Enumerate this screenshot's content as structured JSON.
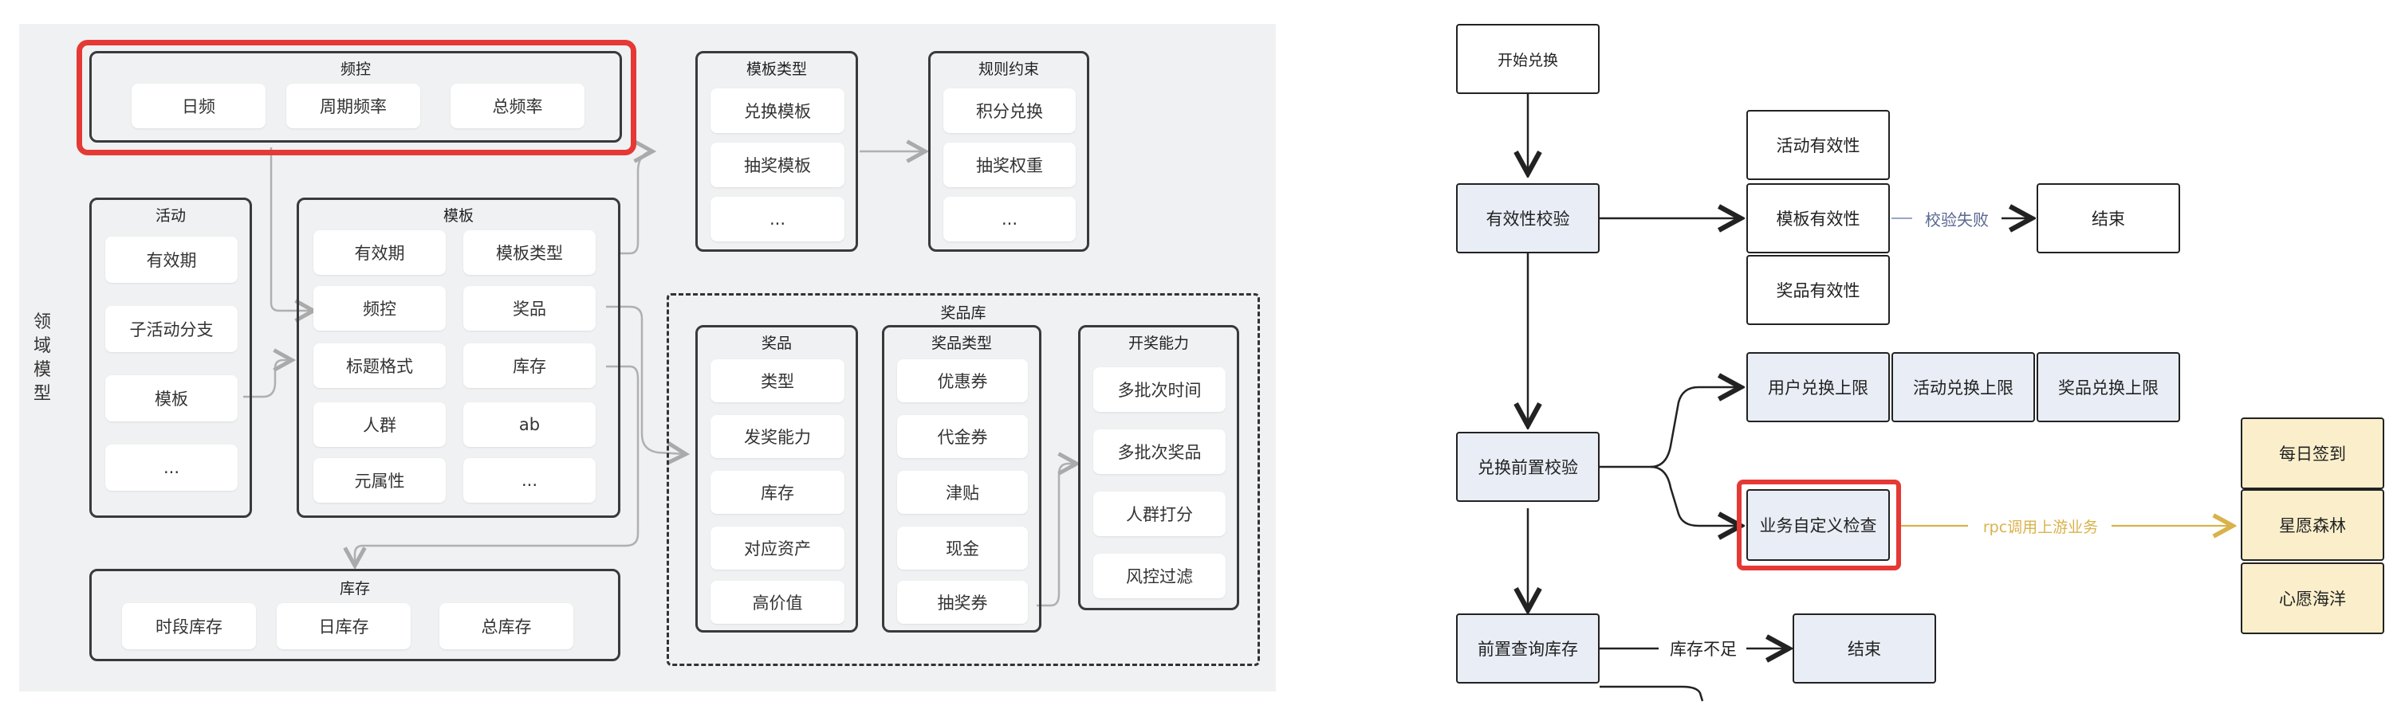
{
  "left": {
    "side_label": [
      "领",
      "域",
      "模",
      "型"
    ],
    "freq": {
      "title": "频控",
      "items": [
        "日频",
        "周期频率",
        "总频率"
      ]
    },
    "activity": {
      "title": "活动",
      "items": [
        "有效期",
        "子活动分支",
        "模板",
        "..."
      ]
    },
    "template": {
      "title": "模板",
      "items": [
        "有效期",
        "模板类型",
        "频控",
        "奖品",
        "标题格式",
        "库存",
        "人群",
        "ab",
        "元属性",
        "..."
      ]
    },
    "inventory": {
      "title": "库存",
      "items": [
        "时段库存",
        "日库存",
        "总库存"
      ]
    },
    "template_type": {
      "title": "模板类型",
      "items": [
        "兑换模板",
        "抽奖模板",
        "..."
      ]
    },
    "rules": {
      "title": "规则约束",
      "items": [
        "积分兑换",
        "抽奖权重",
        "..."
      ]
    },
    "prize_lib": {
      "title": "奖品库",
      "prize": {
        "title": "奖品",
        "items": [
          "类型",
          "发奖能力",
          "库存",
          "对应资产",
          "高价值"
        ]
      },
      "prize_type": {
        "title": "奖品类型",
        "items": [
          "优惠券",
          "代金券",
          "津贴",
          "现金",
          "抽奖券"
        ]
      },
      "ability": {
        "title": "开奖能力",
        "items": [
          "多批次时间",
          "多批次奖品",
          "人群打分",
          "风控过滤"
        ]
      }
    }
  },
  "right": {
    "start": "开始兑换",
    "validity_check": "有效性校验",
    "validity_items": [
      "活动有效性",
      "模板有效性",
      "奖品有效性"
    ],
    "fail_label": "校验失败",
    "end1": "结束",
    "pre_check": "兑换前置校验",
    "limits": [
      "用户兑换上限",
      "活动兑换上限",
      "奖品兑换上限"
    ],
    "custom_check": "业务自定义检查",
    "rpc_label": "rpc调用上游业务",
    "upstream": [
      "每日签到",
      "星愿森林",
      "心愿海洋"
    ],
    "inventory_query": "前置查询库存",
    "shortage_label": "库存不足",
    "end2": "结束"
  },
  "colors": {
    "highlight": "#e53935",
    "blue_box": "#e9edf6",
    "yellow_box": "#fbefcb",
    "rpc": "#d9b24a"
  }
}
